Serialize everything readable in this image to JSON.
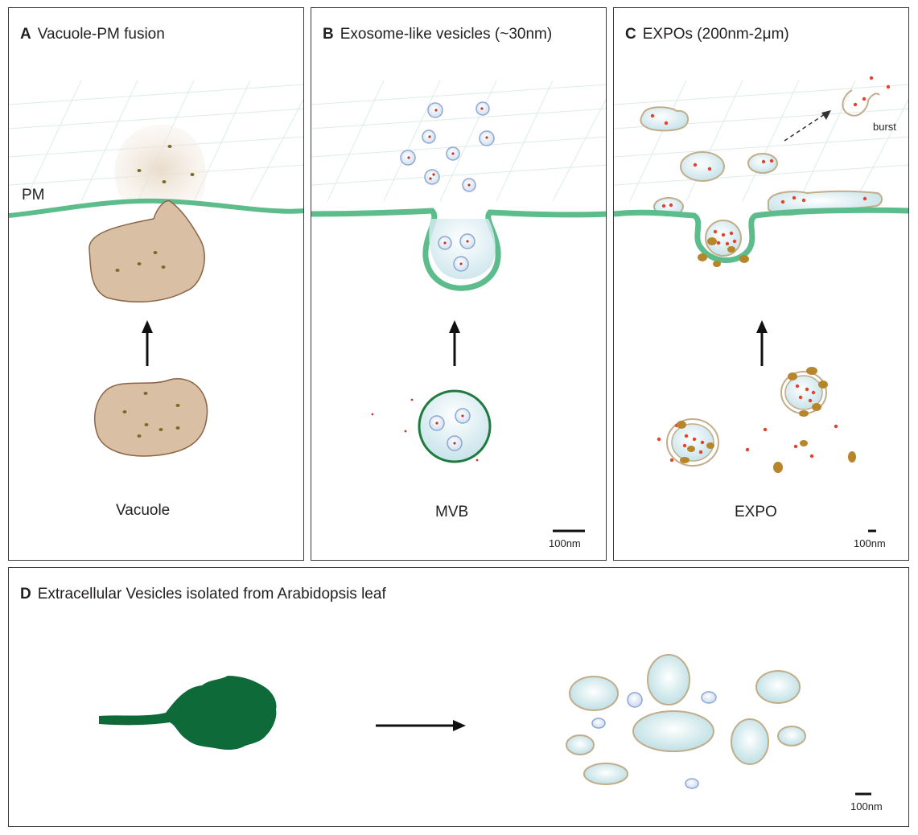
{
  "panels": {
    "a": {
      "letter": "A",
      "title": "Vacuole-PM fusion",
      "pm_label": "PM",
      "bottom_label": "Vacuole"
    },
    "b": {
      "letter": "B",
      "title": "Exosome-like vesicles (~30nm)",
      "bottom_label": "MVB",
      "scale_label": "100nm"
    },
    "c": {
      "letter": "C",
      "title": "EXPOs (200nm-2μm)",
      "burst_label": "burst",
      "bottom_label": "EXPO",
      "scale_label": "100nm"
    },
    "d": {
      "letter": "D",
      "title": "Extracellular Vesicles isolated from Arabidopsis leaf",
      "scale_label": "100nm"
    }
  },
  "colors": {
    "membrane": "#5cbc8c",
    "membrane_dark": "#1f7a3d",
    "vacuole_fill": "#d9bfa4",
    "vacuole_edge": "#8a6444",
    "cargo_dark": "#7a6a2a",
    "cargo_red": "#e8402a",
    "cargo_gold": "#b8862a",
    "vesicle_fill": "#cfe7ee",
    "vesicle_edge": "#8fa7d0",
    "expo_edge": "#c2ad8b",
    "leaf": "#0f6a3a",
    "grid": "#d9ebe6"
  },
  "icons": [
    "arrow-up-icon",
    "dashed-arrow-icon",
    "arrow-right-icon",
    "leaf-icon"
  ]
}
